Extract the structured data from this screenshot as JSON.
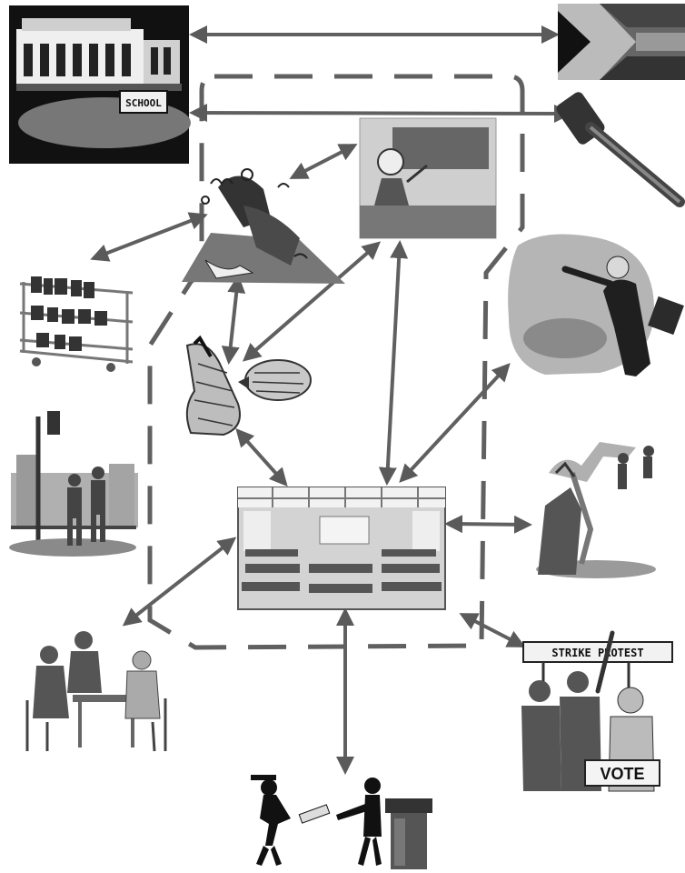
{
  "diagram": {
    "style": "grayscale clip-art connection diagram",
    "center_node": "classroom-photo",
    "boundary": "dashed-rounded-rectangle",
    "arrow_style": "double-headed",
    "nodes": [
      {
        "id": "school-building",
        "icon": "school-building-icon",
        "label": "SCHOOL"
      },
      {
        "id": "flag",
        "icon": "south-african-flag-icon"
      },
      {
        "id": "gavel",
        "icon": "gavel-icon"
      },
      {
        "id": "teacher",
        "icon": "teacher-at-blackboard-icon"
      },
      {
        "id": "library-cart",
        "icon": "book-cart-icon"
      },
      {
        "id": "scribble-figure",
        "icon": "scribble-figure-icon"
      },
      {
        "id": "evolution",
        "icon": "evolution-ape-fish-icon"
      },
      {
        "id": "businessman",
        "icon": "businessman-pointing-icon"
      },
      {
        "id": "city-people",
        "icon": "people-in-city-icon"
      },
      {
        "id": "classroom",
        "icon": "classroom-photo-icon"
      },
      {
        "id": "climbers",
        "icon": "climbing-figures-icon"
      },
      {
        "id": "students-table",
        "icon": "students-at-table-icon"
      },
      {
        "id": "protesters",
        "icon": "protesters-icon",
        "sign": "STRIKE PROTEST",
        "placard": "VOTE"
      },
      {
        "id": "graduation",
        "icon": "graduation-podium-icon"
      }
    ],
    "connections": [
      [
        "school-building",
        "flag"
      ],
      [
        "school-building",
        "gavel"
      ],
      [
        "scribble-figure",
        "teacher"
      ],
      [
        "scribble-figure",
        "library-cart"
      ],
      [
        "scribble-figure",
        "evolution"
      ],
      [
        "teacher",
        "evolution"
      ],
      [
        "teacher",
        "classroom"
      ],
      [
        "evolution",
        "classroom"
      ],
      [
        "businessman",
        "classroom"
      ],
      [
        "climbers",
        "classroom"
      ],
      [
        "students-table",
        "classroom"
      ],
      [
        "protesters",
        "classroom"
      ],
      [
        "graduation",
        "classroom"
      ]
    ]
  }
}
